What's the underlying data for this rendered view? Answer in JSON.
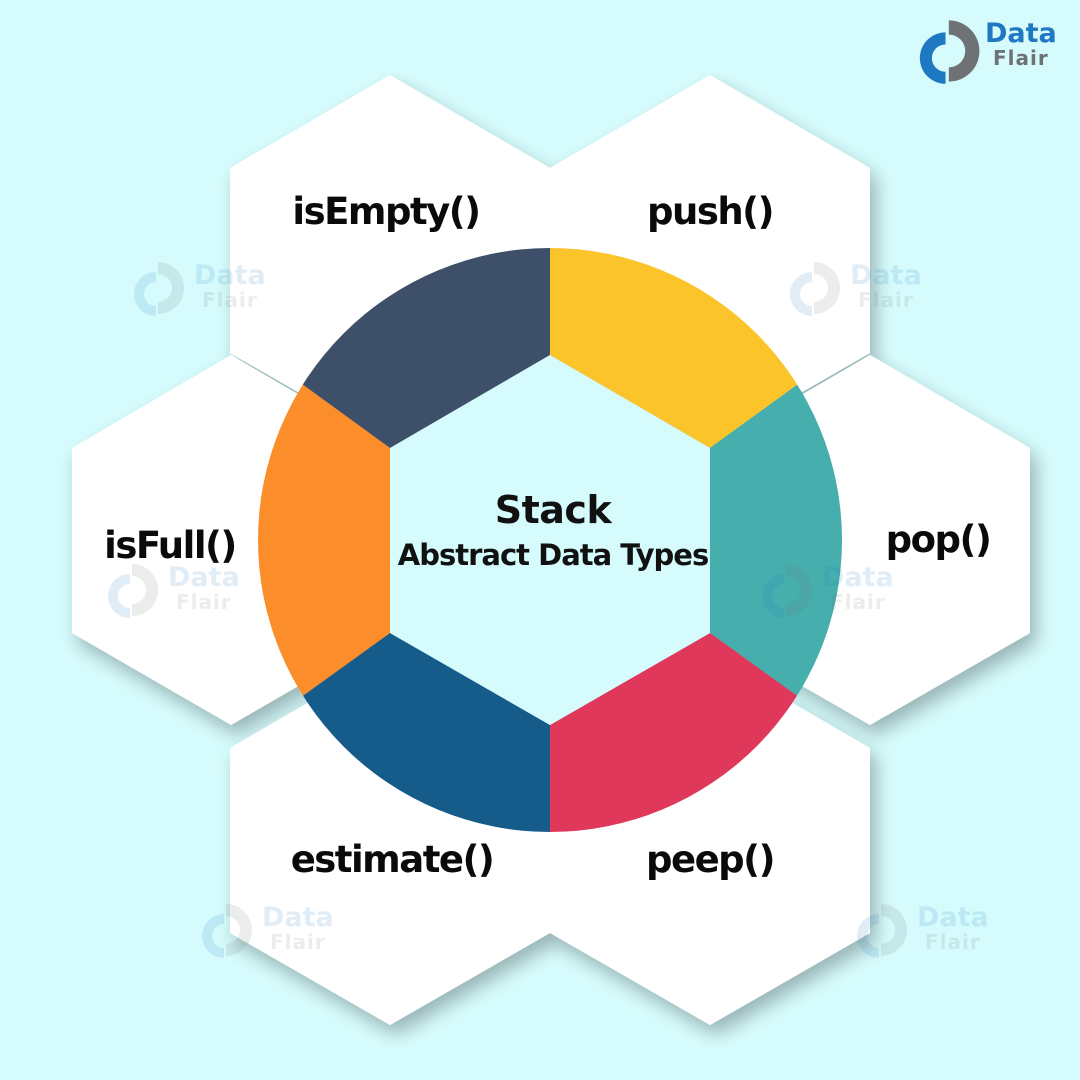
{
  "diagram": {
    "title": "Stack",
    "subtitle": "Abstract Data Types",
    "operations": [
      {
        "label": "isEmpty()",
        "position": "top-left",
        "petal_color": "#3C5069"
      },
      {
        "label": "push()",
        "position": "top-right",
        "petal_color": "#FBC42C"
      },
      {
        "label": "pop()",
        "position": "right",
        "petal_color": "#47AEAE"
      },
      {
        "label": "peep()",
        "position": "bottom-right",
        "petal_color": "#E0395A"
      },
      {
        "label": "estimate()",
        "position": "bottom-left",
        "petal_color": "#125C8A"
      },
      {
        "label": "isFull()",
        "position": "left",
        "petal_color": "#FB8E2A"
      }
    ],
    "background_color": "#D5FBFC",
    "hex_color": "#FFFFFF"
  },
  "brand": {
    "line1": "Data",
    "line2": "Flair",
    "primary_color": "#1E78C2",
    "secondary_color": "#6F7275"
  },
  "watermarks": [
    {
      "line1": "Data",
      "line2": "Flair"
    },
    {
      "line1": "Data",
      "line2": "Flair"
    },
    {
      "line1": "Data",
      "line2": "Flair"
    },
    {
      "line1": "Data",
      "line2": "Flair"
    },
    {
      "line1": "Data",
      "line2": "Flair"
    },
    {
      "line1": "Data",
      "line2": "Flair"
    }
  ]
}
